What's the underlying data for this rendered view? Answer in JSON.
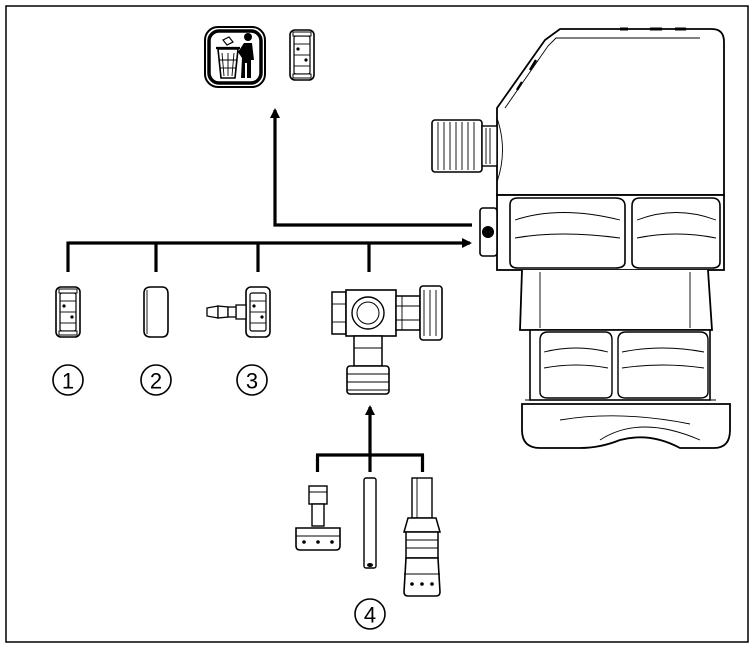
{
  "callouts": [
    {
      "id": "1",
      "label": "1"
    },
    {
      "id": "2",
      "label": "2"
    },
    {
      "id": "3",
      "label": "3"
    },
    {
      "id": "4",
      "label": "4"
    }
  ],
  "icons": {
    "disposal": "trash-bin-person-icon"
  },
  "colors": {
    "stroke": "#000000",
    "background": "#ffffff"
  }
}
